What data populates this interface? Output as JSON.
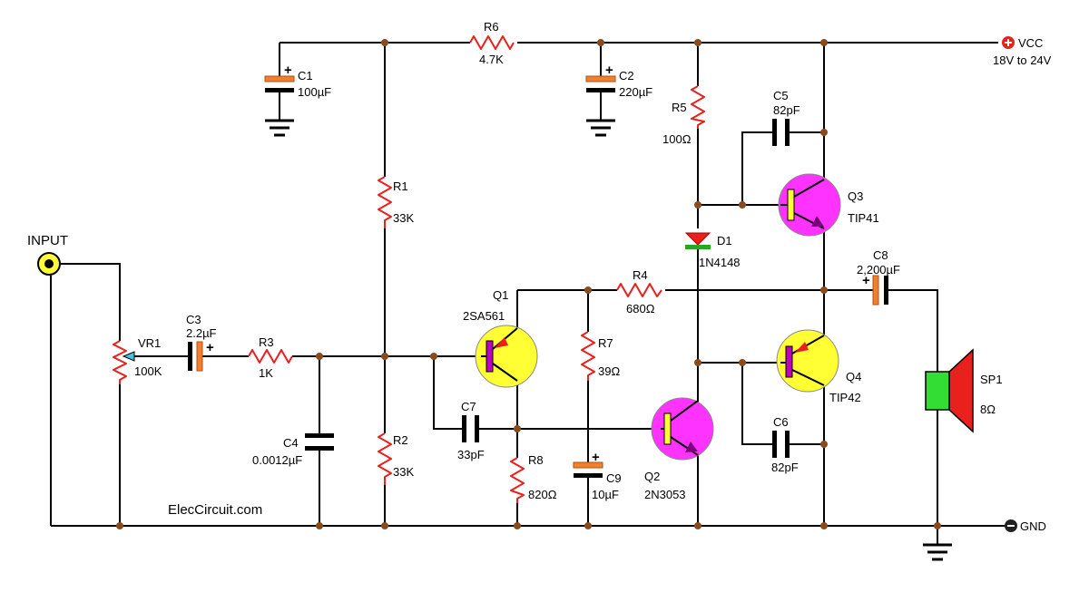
{
  "labels": {
    "input": "INPUT",
    "vcc": "VCC",
    "vcc_range": "18V to 24V",
    "gnd": "GND",
    "watermark": "ElecCircuit.com",
    "plus": "+"
  },
  "components": {
    "C1": {
      "ref": "C1",
      "value": "100µF"
    },
    "C2": {
      "ref": "C2",
      "value": "220µF"
    },
    "C3": {
      "ref": "C3",
      "value": "2.2µF"
    },
    "C4": {
      "ref": "C4",
      "value": "0.0012µF"
    },
    "C5": {
      "ref": "C5",
      "value": "82pF"
    },
    "C6": {
      "ref": "C6",
      "value": "82pF"
    },
    "C7": {
      "ref": "C7",
      "value": "33pF"
    },
    "C8": {
      "ref": "C8",
      "value": "2,200µF"
    },
    "C9": {
      "ref": "C9",
      "value": "10µF"
    },
    "R1": {
      "ref": "R1",
      "value": "33K"
    },
    "R2": {
      "ref": "R2",
      "value": "33K"
    },
    "R3": {
      "ref": "R3",
      "value": "1K"
    },
    "R4": {
      "ref": "R4",
      "value": "680Ω"
    },
    "R5": {
      "ref": "R5",
      "value": "100Ω"
    },
    "R6": {
      "ref": "R6",
      "value": "4.7K"
    },
    "R7": {
      "ref": "R7",
      "value": "39Ω"
    },
    "R8": {
      "ref": "R8",
      "value": "820Ω"
    },
    "VR1": {
      "ref": "VR1",
      "value": "100K"
    },
    "D1": {
      "ref": "D1",
      "value": "1N4148"
    },
    "Q1": {
      "ref": "Q1",
      "value": "2SA561"
    },
    "Q2": {
      "ref": "Q2",
      "value": "2N3053"
    },
    "Q3": {
      "ref": "Q3",
      "value": "TIP41"
    },
    "Q4": {
      "ref": "Q4",
      "value": "TIP42"
    },
    "SP1": {
      "ref": "SP1",
      "value": "8Ω"
    }
  },
  "colors": {
    "resistor": "#e8211c",
    "cap_positive_plate": "#f08030",
    "pnp_body": "#ffff33",
    "npn_body": "#ff33ff",
    "base_bar_on_yellow": "#c000c0",
    "base_bar_on_magenta": "#ffff33",
    "diode": "#e8211c",
    "diode_band": "#22aa22",
    "speaker_body": "#33dd33",
    "speaker_cone": "#e8211c",
    "node_dot": "#8a4a1a",
    "terminal": "#e8211c"
  }
}
